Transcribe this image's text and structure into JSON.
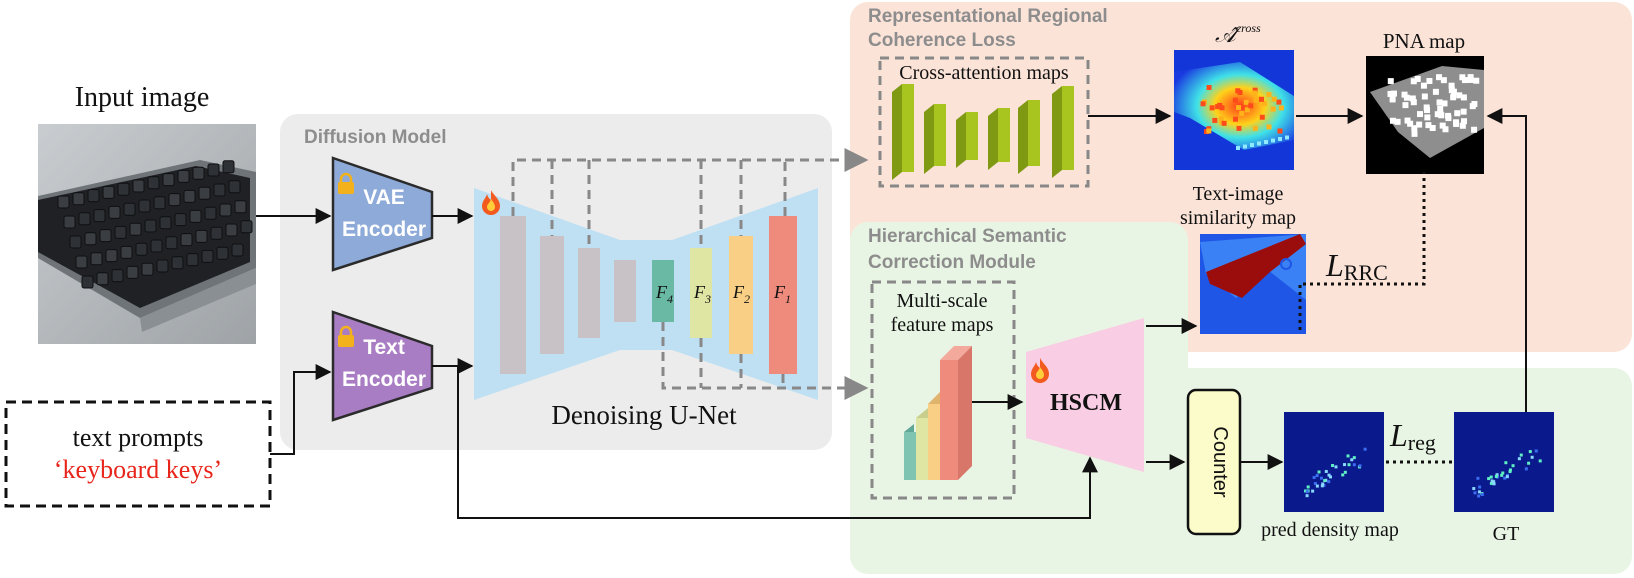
{
  "input_image": {
    "label": "Input image"
  },
  "prompt": {
    "line1": "text prompts",
    "line2": "‘keyboard keys’",
    "line2_color": "#e8251b"
  },
  "diffusion": {
    "title": "Diffusion Model",
    "vae": {
      "line1": "VAE",
      "line2": "Encoder",
      "frozen_icon": "lock-icon"
    },
    "text_enc": {
      "line1": "Text",
      "line2": "Encoder",
      "frozen_icon": "lock-icon"
    },
    "unet_label": "Denoising U-Net",
    "trainable_icon": "fire-icon",
    "features": [
      "F4",
      "F3",
      "F2",
      "F1"
    ]
  },
  "rrc": {
    "title_line1": "Representational Regional",
    "title_line2": "Coherence Loss",
    "cross_attn": "Cross-attention maps",
    "a_cross_base": "Â",
    "a_cross_sup": "cross",
    "pna": "PNA map",
    "sim_line1": "Text-image",
    "sim_line2": "similarity map",
    "loss": "L",
    "loss_sub": "RRC"
  },
  "hscm": {
    "title_line1": "Hierarchical Semantic",
    "title_line2": "Correction Module",
    "ms_line1": "Multi-scale",
    "ms_line2": "feature maps",
    "block": "HSCM",
    "trainable_icon": "fire-icon"
  },
  "counting": {
    "counter": "Counter",
    "pred": "pred density map",
    "gt": "GT",
    "loss": "L",
    "loss_sub": "reg"
  },
  "colors": {
    "rrc_panel": "#fbe3d8",
    "hscm_panel": "#e9f5e4",
    "diffusion_panel": "#ececec",
    "vae": "#8eaad8",
    "text_enc": "#a97dc4",
    "unet_bg": "#bfe0f3",
    "unet_block": "#c8c2c7",
    "f4": "#69b9a4",
    "f3": "#dfe6a4",
    "f2": "#f8cf85",
    "f1": "#ef8b7d",
    "hscm": "#f9cde3",
    "counter": "#fbfcc9",
    "attn": "#a7c51e",
    "density_bg": "#0a1a8c"
  }
}
